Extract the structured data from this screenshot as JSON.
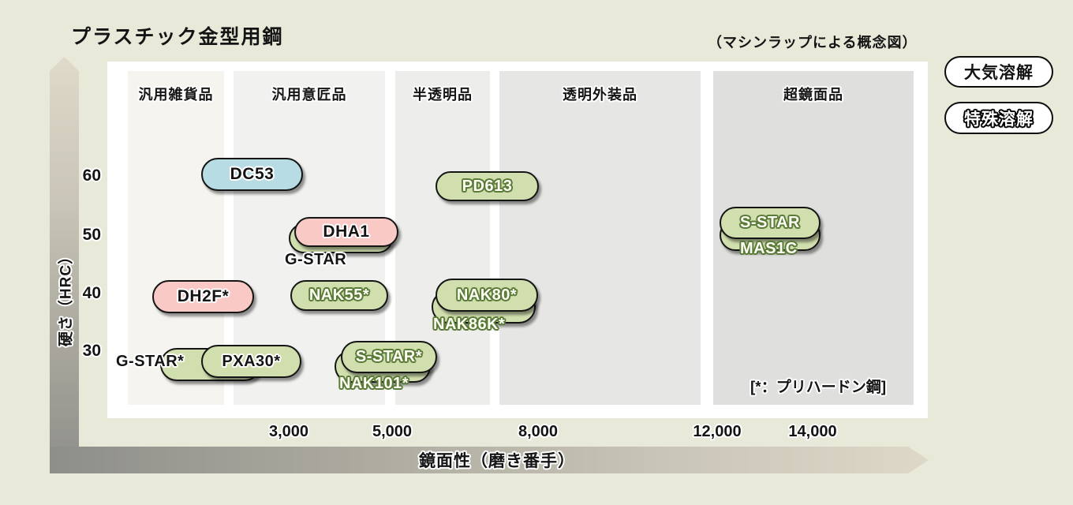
{
  "title": "プラスチック金型用鋼",
  "subtitle": "（マシンラップによる概念図）",
  "legend": {
    "air_melt": "大気溶解",
    "special_melt": "特殊溶解"
  },
  "axes": {
    "y_label": "硬さ（HRC）",
    "y_ticks": [
      "60",
      "50",
      "40",
      "30"
    ],
    "x_label": "鏡面性（磨き番手）",
    "x_ticks": [
      "3,000",
      "5,000",
      "8,000",
      "12,000",
      "14,000"
    ]
  },
  "bands": [
    {
      "label": "汎用雑貨品"
    },
    {
      "label": "汎用意匠品"
    },
    {
      "label": "半透明品"
    },
    {
      "label": "透明外装品"
    },
    {
      "label": "超鏡面品"
    }
  ],
  "footnote": "[*：プリハードン鋼]",
  "steels": {
    "dc53": "DC53",
    "pd613": "PD613",
    "dha1": "DHA1",
    "gstar": "G-STAR",
    "sstar": "S-STAR",
    "mas1c": "MAS1C",
    "dh2f": "DH2F*",
    "nak55": "NAK55*",
    "nak80": "NAK80*",
    "nak86k": "NAK86K*",
    "gstar_ph": "G-STAR*",
    "pxa30": "PXA30*",
    "sstar_ph": "S-STAR*",
    "nak101": "NAK101*"
  },
  "colors": {
    "page_bg": "#e9e9da",
    "plot_bg": "#ffffff",
    "pill_green": "#d1dfae",
    "pill_blue": "#b7dce3",
    "pill_pink": "#f9c9c6",
    "pill_border": "#151515",
    "special_melt_text_stroke": "#5a7a38",
    "band_shades": [
      "#f5f4ee",
      "#f1f1ef",
      "#ededeb",
      "#e6e6e4",
      "#dfdfdd"
    ],
    "axis_gray_dark": "#8e8e8a",
    "axis_beige_light": "#dfdaca"
  },
  "chart_data": {
    "type": "scatter",
    "title": "プラスチック金型用鋼",
    "subtitle": "（マシンラップによる概念図）",
    "xlabel": "鏡面性（磨き番手）",
    "ylabel": "硬さ（HRC）",
    "x_ticks": [
      3000,
      5000,
      8000,
      12000,
      14000
    ],
    "y_ticks": [
      30,
      40,
      50,
      60
    ],
    "xlim": [
      0,
      16000
    ],
    "ylim": [
      22,
      68
    ],
    "grid": false,
    "legend_position": "top-right",
    "category_bands_x": [
      {
        "label": "汎用雑貨品",
        "x_range": [
          400,
          2300
        ]
      },
      {
        "label": "汎用意匠品",
        "x_range": [
          2500,
          5000
        ]
      },
      {
        "label": "半透明品",
        "x_range": [
          5100,
          7000
        ]
      },
      {
        "label": "透明外装品",
        "x_range": [
          7200,
          11600
        ]
      },
      {
        "label": "超鏡面品",
        "x_range": [
          11900,
          15700
        ]
      }
    ],
    "series": [
      {
        "name": "大気溶解",
        "points": [
          {
            "label": "DC53",
            "x": 2300,
            "y": 60,
            "fill": "blue"
          },
          {
            "label": "DHA1",
            "x": 4100,
            "y": 50,
            "fill": "pink"
          },
          {
            "label": "G-STAR",
            "x": 4000,
            "y": 48,
            "fill": "green"
          },
          {
            "label": "DH2F*",
            "x": 1400,
            "y": 40,
            "fill": "pink"
          },
          {
            "label": "G-STAR*",
            "x": 1500,
            "y": 29,
            "fill": "green"
          },
          {
            "label": "PXA30*",
            "x": 2300,
            "y": 29,
            "fill": "green"
          }
        ]
      },
      {
        "name": "特殊溶解",
        "points": [
          {
            "label": "PD613",
            "x": 6900,
            "y": 58,
            "fill": "green"
          },
          {
            "label": "S-STAR",
            "x": 13100,
            "y": 52,
            "fill": "green"
          },
          {
            "label": "MAS1C",
            "x": 13100,
            "y": 50,
            "fill": "green"
          },
          {
            "label": "NAK55*",
            "x": 4000,
            "y": 40,
            "fill": "green"
          },
          {
            "label": "NAK80*",
            "x": 6900,
            "y": 40,
            "fill": "green"
          },
          {
            "label": "NAK86K*",
            "x": 6900,
            "y": 38,
            "fill": "green"
          },
          {
            "label": "S-STAR*",
            "x": 4900,
            "y": 29,
            "fill": "green"
          },
          {
            "label": "NAK101*",
            "x": 4800,
            "y": 27,
            "fill": "green"
          }
        ]
      }
    ],
    "annotations": [
      "[*：プリハードン鋼]"
    ]
  }
}
